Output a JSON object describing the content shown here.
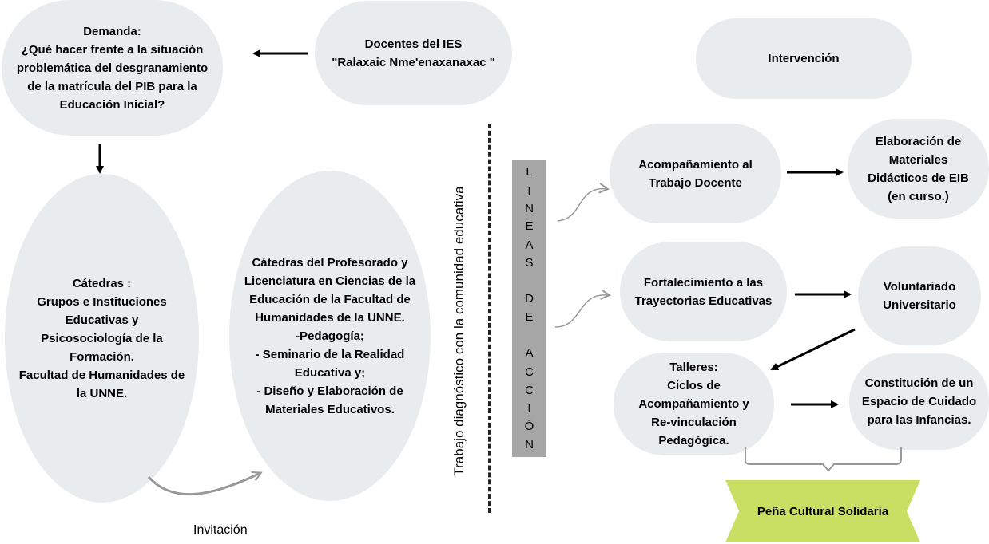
{
  "nodes": {
    "demanda": "Demanda:\n¿Qué hacer frente a la situación\nproblemática del desgranamiento\nde la matrícula del PIB para la\nEducación Inicial?",
    "docentes": "Docentes del IES\n\"Ralaxaic Nme'enaxanaxac \"",
    "intervencion": "Intervención",
    "catedras_grupos": "Cátedras :\nGrupos e Instituciones\nEducativas y\nPsicosociología de la\nFormación.\nFacultad de Humanidades de\nla UNNE.",
    "catedras_profesorado": "Cátedras del Profesorado  y\nLicenciatura en Ciencias de la\nEducación de la Facultad de\nHumanidades de la UNNE.\n-Pedagogía;\n- Seminario de la Realidad\nEducativa y;\n- Diseño y Elaboración de\nMateriales Educativos.",
    "acompanamiento": "Acompañamiento al\nTrabajo Docente",
    "elaboracion": "Elaboración de\nMateriales\nDidácticos de EIB\n(en curso.)",
    "fortalecimiento": "Fortalecimiento a las\nTrayectorias Educativas",
    "voluntariado": "Voluntariado\nUniversitario",
    "talleres": "Talleres:\nCiclos de\nAcompañamiento y\nRe-vinculación\nPedagógica.",
    "constitucion": "Constitución de un\nEspacio de Cuidado\npara las Infancias."
  },
  "vertical_label": "Trabajo diagnóstico con la comunidad educativa",
  "lineas_letters": [
    "L",
    "I",
    "N",
    "E",
    "A",
    "S",
    "D",
    "E",
    "A",
    "C",
    "C",
    "I",
    "Ó",
    "N"
  ],
  "pena": "Peña Cultural Solidaria",
  "invitacion": "Invitación"
}
